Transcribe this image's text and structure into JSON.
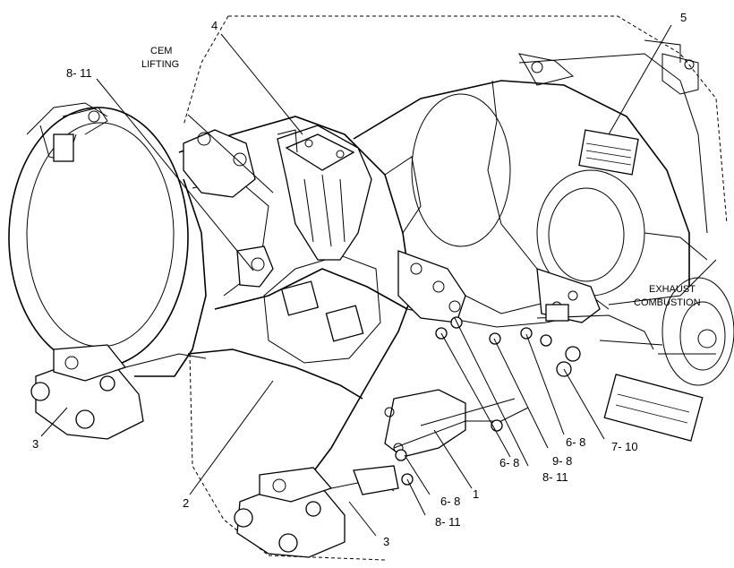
{
  "notes": {
    "cem_lifting_line1": "CEM",
    "cem_lifting_line2": "LIFTING",
    "exhaust_line1": "EXHAUST",
    "exhaust_line2": "COMBUSTION"
  },
  "callouts": {
    "c4": "4",
    "c5": "5",
    "c8_11_top": "8- 11",
    "c3_left": "3",
    "c2": "2",
    "c1": "1",
    "c6_8_a": "6- 8",
    "c6_8_b": "6- 8",
    "c6_8_c": "6- 8",
    "c9_8": "9- 8",
    "c8_11_mid": "8- 11",
    "c7_10": "7- 10",
    "c8_11_bottom": "8- 11",
    "c3_bottom": "3"
  }
}
